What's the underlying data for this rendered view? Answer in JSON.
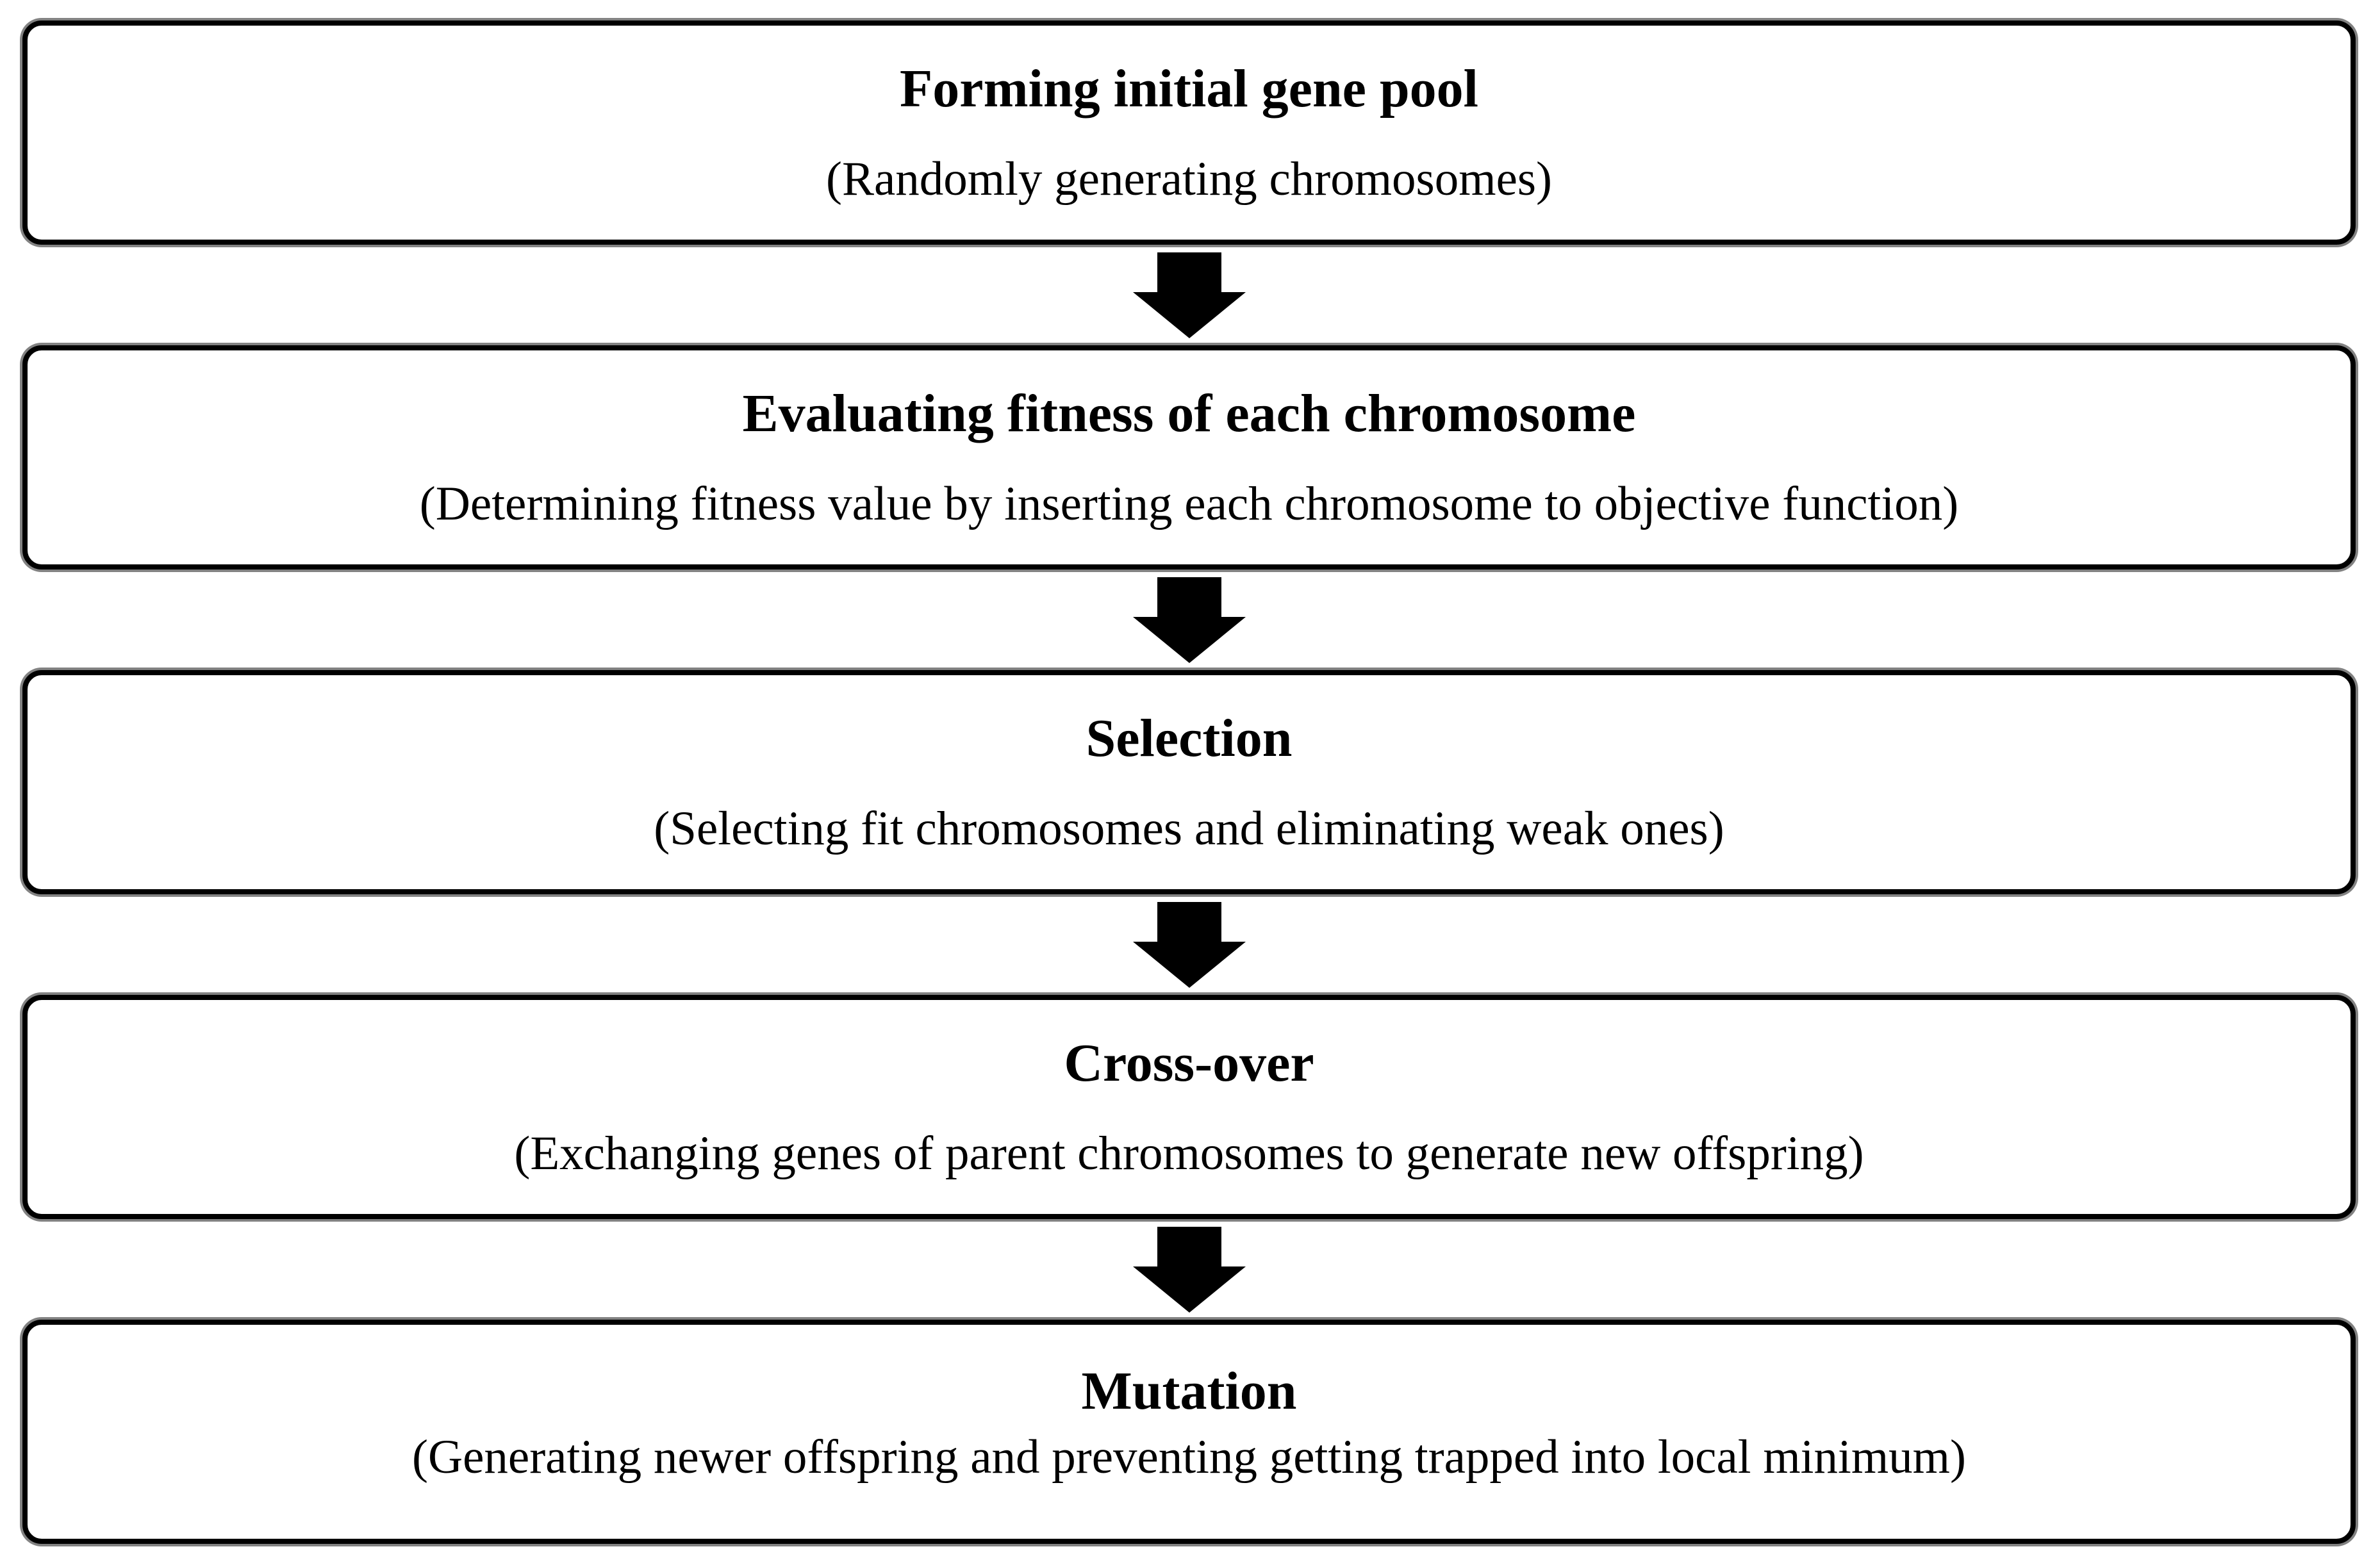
{
  "diagram": {
    "type": "flowchart",
    "direction": "top-down",
    "background_color": "#ffffff",
    "box_fill_color": "#ffffff",
    "box_border_color": "#000000",
    "box_shadow_color": "#828282",
    "text_color": "#000000",
    "arrow_color": "#000000",
    "steps": [
      {
        "title": "Forming initial gene pool",
        "subtitle": "(Randomly generating chromosomes)"
      },
      {
        "title": "Evaluating fitness of each chromosome",
        "subtitle": "(Determining fitness value by inserting each chromosome to objective function)"
      },
      {
        "title": "Selection",
        "subtitle": "(Selecting fit chromosomes and eliminating weak ones)"
      },
      {
        "title": "Cross-over",
        "subtitle": "(Exchanging genes of parent chromosomes to generate new offspring)"
      },
      {
        "title": "Mutation",
        "subtitle": "(Generating newer offspring and preventing getting trapped into local minimum)"
      }
    ],
    "connectors": [
      {
        "icon": "down-arrow-icon"
      },
      {
        "icon": "down-arrow-icon"
      },
      {
        "icon": "down-arrow-icon"
      },
      {
        "icon": "down-arrow-icon"
      }
    ]
  }
}
